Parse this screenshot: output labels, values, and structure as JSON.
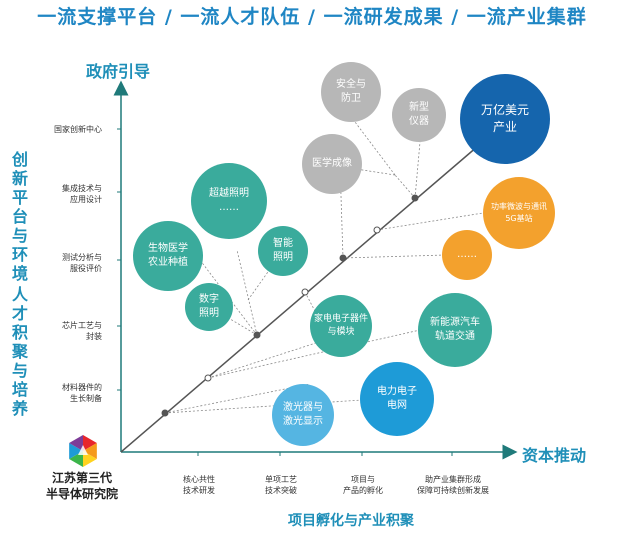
{
  "banner": "一流支撑平台 / 一流人才队伍 / 一流研发成果 / 一流产业集群",
  "left_labels": [
    "创新平台与环境",
    "人才积聚与培养"
  ],
  "y_axis": {
    "title": "政府引导",
    "ticks": [
      "国家创新中心",
      "集成技术与\n应用设计",
      "测试分析与\n服役评价",
      "芯片工艺与\n封装",
      "材料器件的\n生长制备"
    ]
  },
  "x_axis": {
    "title": "资本推动",
    "ticks": [
      "核心共性\n技术研发",
      "单项工艺\n技术突破",
      "项目与\n产品的孵化",
      "助产业集群形成\n保障可持续创新发展"
    ],
    "bottom_title": "项目孵化与产业积聚"
  },
  "bubbles": [
    {
      "label": "安全与\n防卫",
      "color": "gray"
    },
    {
      "label": "新型\n仪器",
      "color": "gray"
    },
    {
      "label": "医学成像",
      "color": "gray"
    },
    {
      "label": "万亿美元\n产业",
      "color": "navy"
    },
    {
      "label": "超越照明\n……",
      "color": "teal"
    },
    {
      "label": "智能\n照明",
      "color": "teal"
    },
    {
      "label": "生物医学\n农业种植",
      "color": "teal"
    },
    {
      "label": "数字\n照明",
      "color": "teal"
    },
    {
      "label": "功率微波与通讯\n5G基站",
      "color": "orange"
    },
    {
      "label": "……",
      "color": "orange"
    },
    {
      "label": "家电电子器件\n与模块",
      "color": "teal"
    },
    {
      "label": "新能源汽车\n轨道交通",
      "color": "teal"
    },
    {
      "label": "电力电子\n电网",
      "color": "blue"
    },
    {
      "label": "激光器与\n激光显示",
      "color": "lightblue"
    }
  ],
  "logo": {
    "name": "江苏第三代\n半导体研究院",
    "colors": [
      "#e8262c",
      "#f59a1c",
      "#ffd21f",
      "#3bb54a",
      "#1e9bd7",
      "#7d3c98"
    ]
  },
  "colors": {
    "accent": "#1f8fb8",
    "banner": "#1f86c4",
    "axis": "#1f7a7a",
    "diagonal": "#555555"
  }
}
